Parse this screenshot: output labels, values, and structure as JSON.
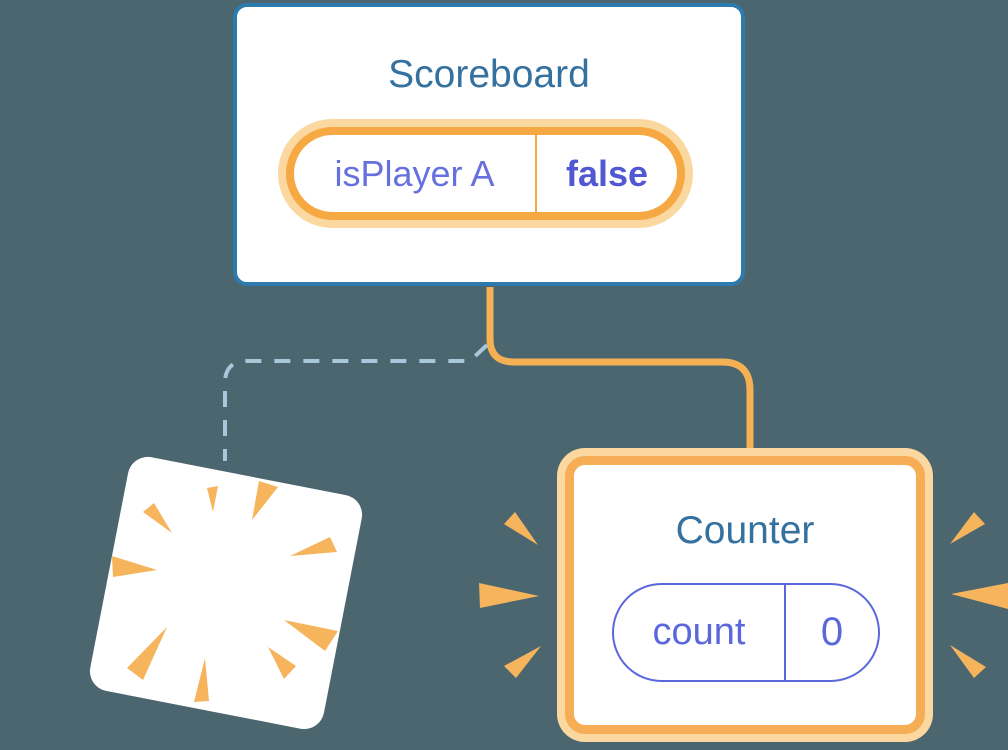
{
  "diagram": {
    "scoreboard": {
      "title": "Scoreboard",
      "state": {
        "key": "isPlayer A",
        "value": "false"
      }
    },
    "counter": {
      "title": "Counter",
      "state": {
        "key": "count",
        "value": "0"
      }
    },
    "connections": [
      {
        "from": "Scoreboard",
        "to": "Counter",
        "style": "solid",
        "color": "#F6B054"
      },
      {
        "from": "Scoreboard",
        "to": "removed-card",
        "style": "dashed",
        "color": "#A9C7DA"
      }
    ],
    "decorations": {
      "sparkle_icons": [
        "sparkle-large-icon",
        "sparkle-small-icon"
      ],
      "poof_card": "exploding-card-burst",
      "counter_emphasis": "shake-wedge-marks"
    }
  },
  "theme": {
    "background": "#4C6670",
    "box_border_blue": "#2D7AAE",
    "title_blue": "#35719F",
    "orange": "#F6AD55",
    "orange_deep": "#F6A843",
    "orange_line": "#F6B054",
    "wedge_orange": "#F6B45C",
    "peach_glow": "#FBD8A0",
    "purple": "#5B68DC",
    "purple_key": "#6770DF",
    "purple_value": "#5257D2",
    "dashed_blue": "#A9C7DA",
    "card_white": "#FFFFFF"
  }
}
